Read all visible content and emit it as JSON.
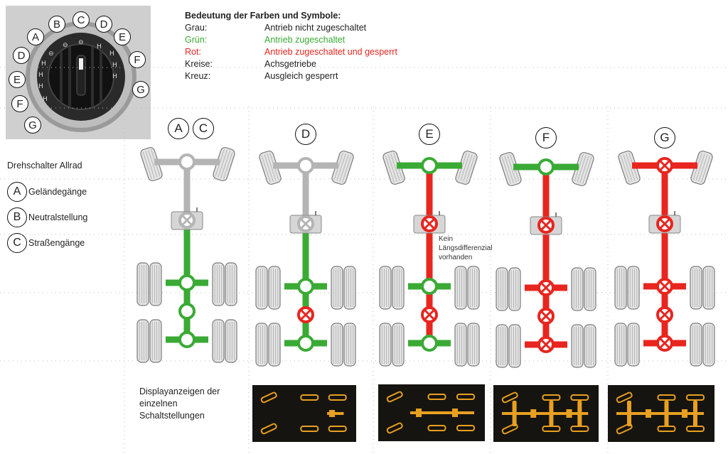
{
  "legend": {
    "title": "Bedeutung der Farben und Symbole:",
    "rows": [
      {
        "key": "Grau:",
        "value": "Antrieb nicht zugeschaltet",
        "color": "#333333"
      },
      {
        "key": "Grün:",
        "value": "Antrieb zugeschaltet",
        "color": "#3aaa35"
      },
      {
        "key": "Rot:",
        "value": "Antrieb zugeschaltet und gesperrt",
        "color": "#e8251f"
      },
      {
        "key": "Kreise:",
        "value": "Achsgetriebe",
        "color": "#333333"
      },
      {
        "key": "Kreuz:",
        "value": "Ausgleich gesperrt",
        "color": "#333333"
      }
    ]
  },
  "switch": {
    "title": "Drehschalter Allrad",
    "dial_letters": [
      "A",
      "B",
      "C",
      "D",
      "E",
      "F",
      "G",
      "D",
      "E",
      "F",
      "G"
    ],
    "items": [
      {
        "letter": "A",
        "label": "Geländegänge"
      },
      {
        "letter": "B",
        "label": "Neutralstellung"
      },
      {
        "letter": "C",
        "label": "Straßengänge"
      }
    ]
  },
  "configs": [
    {
      "letters": [
        "A",
        "C"
      ],
      "front": "grey",
      "prop_front": "grey",
      "center": "grey-x",
      "prop_rear": "green",
      "rear1": "green-o",
      "mid": "green-o",
      "rear2": "green-o"
    },
    {
      "letters": [
        "D"
      ],
      "front": "grey",
      "prop_front": "grey",
      "center": "grey-x",
      "prop_rear": "green",
      "rear1": "green-o",
      "mid": "red-x",
      "rear2": "green-o"
    },
    {
      "letters": [
        "E"
      ],
      "front": "green",
      "prop_front": "red",
      "center": "red-x",
      "prop_rear": "red",
      "rear1": "green-o",
      "mid": "red-x",
      "rear2": "green-o"
    },
    {
      "letters": [
        "F"
      ],
      "front": "green",
      "prop_front": "red",
      "center": "red-x",
      "prop_rear": "red",
      "rear1": "red-x",
      "mid": "red-x",
      "rear2": "red-x"
    },
    {
      "letters": [
        "G"
      ],
      "front": "red-x",
      "prop_front": "red",
      "center": "red-x",
      "prop_rear": "red",
      "rear1": "red-x",
      "mid": "red-x",
      "rear2": "red-x"
    }
  ],
  "note": {
    "line1": "Kein",
    "line2": "Längsdifferenzial",
    "line3": "vorhanden"
  },
  "display": {
    "line1": "Displayanzeigen der",
    "line2": "einzelnen",
    "line3": "Schaltstellungen"
  },
  "colors": {
    "grey": "#b4b4b4",
    "green": "#3aaa35",
    "red": "#e8251f",
    "display_bg": "#161410",
    "display_fg": "#e8a020"
  }
}
